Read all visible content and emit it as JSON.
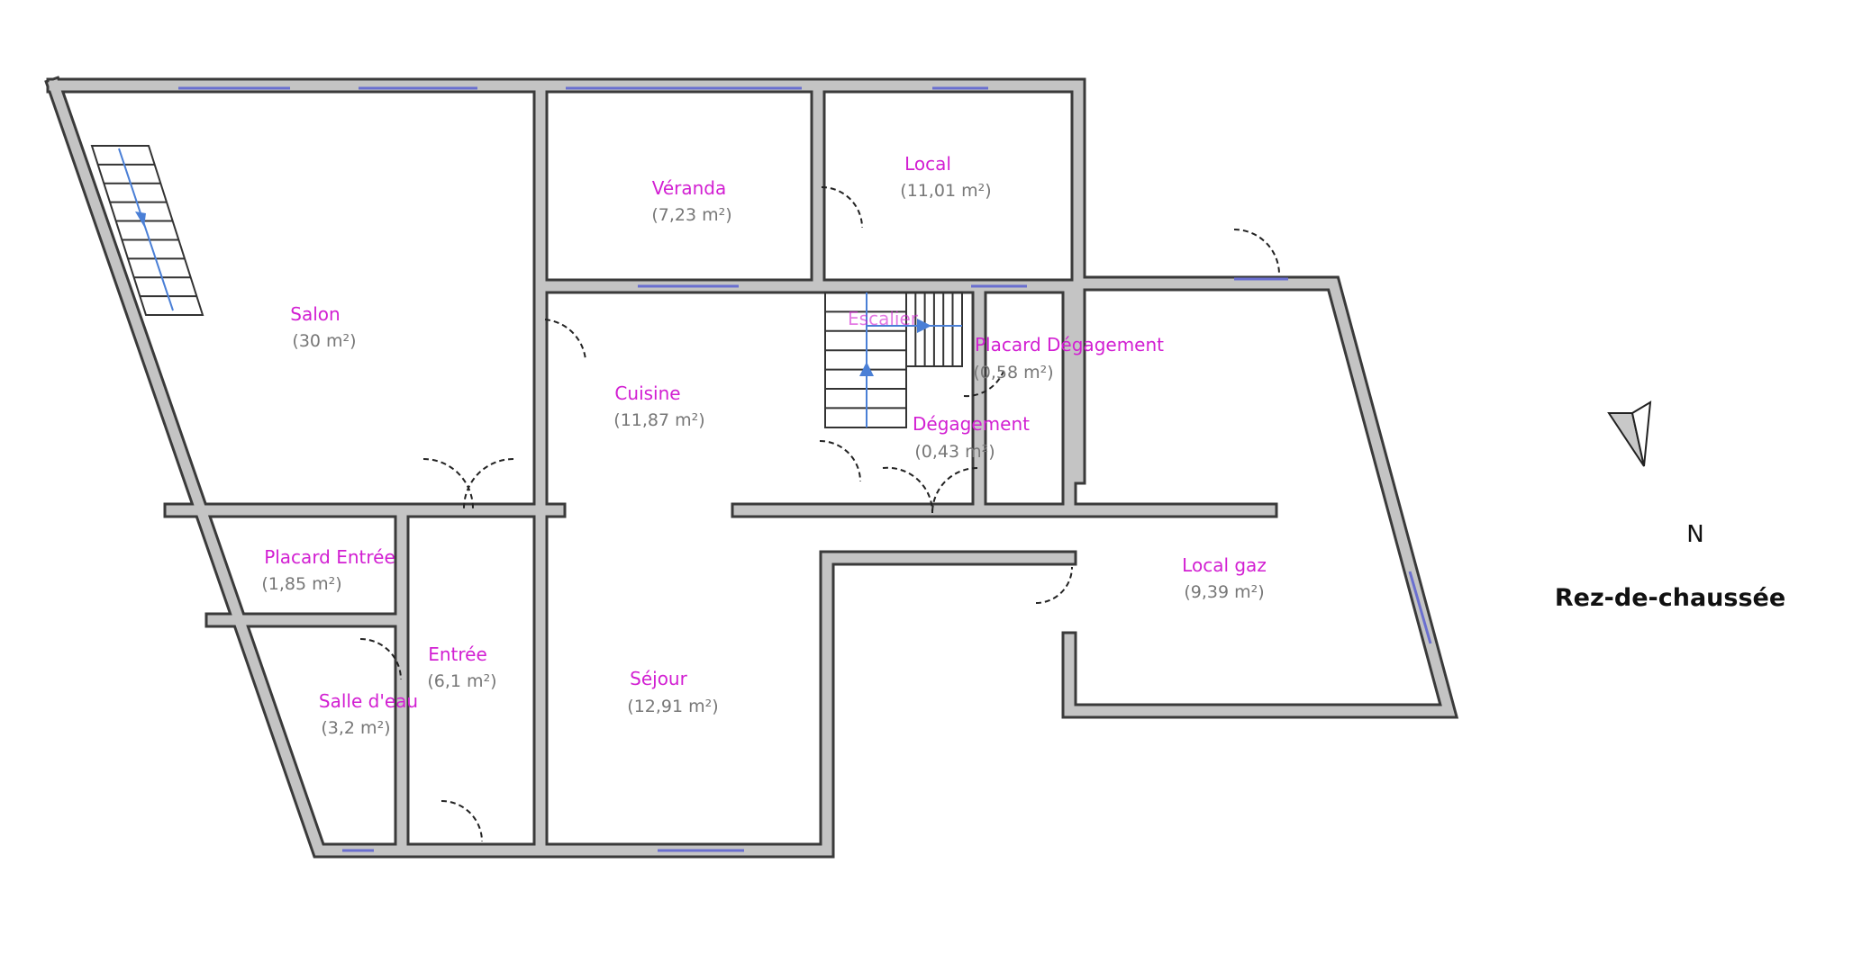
{
  "plan": {
    "level_title": "Rez-de-chaussée",
    "north_label": "N",
    "colors": {
      "room_name": "#d21fd2",
      "room_area": "#777777",
      "wall_fill": "#c4c4c4",
      "window": "#6a6fd0",
      "stair_arrow": "#4a7fd6"
    },
    "rooms": [
      {
        "name": "Salon",
        "area": "(30 m²)"
      },
      {
        "name": "Véranda",
        "area": "(7,23 m²)"
      },
      {
        "name": "Local",
        "area": "(11,01 m²)"
      },
      {
        "name": "Escalier",
        "area": ""
      },
      {
        "name": "Placard Dégagement",
        "area": "(0,58 m²)"
      },
      {
        "name": "Dégagement",
        "area": "(0,43 m²)"
      },
      {
        "name": "Cuisine",
        "area": "(11,87 m²)"
      },
      {
        "name": "Placard Entrée",
        "area": "(1,85 m²)"
      },
      {
        "name": "Entrée",
        "area": "(6,1 m²)"
      },
      {
        "name": "Salle d'eau",
        "area": "(3,2 m²)"
      },
      {
        "name": "Séjour",
        "area": "(12,91 m²)"
      },
      {
        "name": "Local gaz",
        "area": "(9,39 m²)"
      }
    ]
  }
}
